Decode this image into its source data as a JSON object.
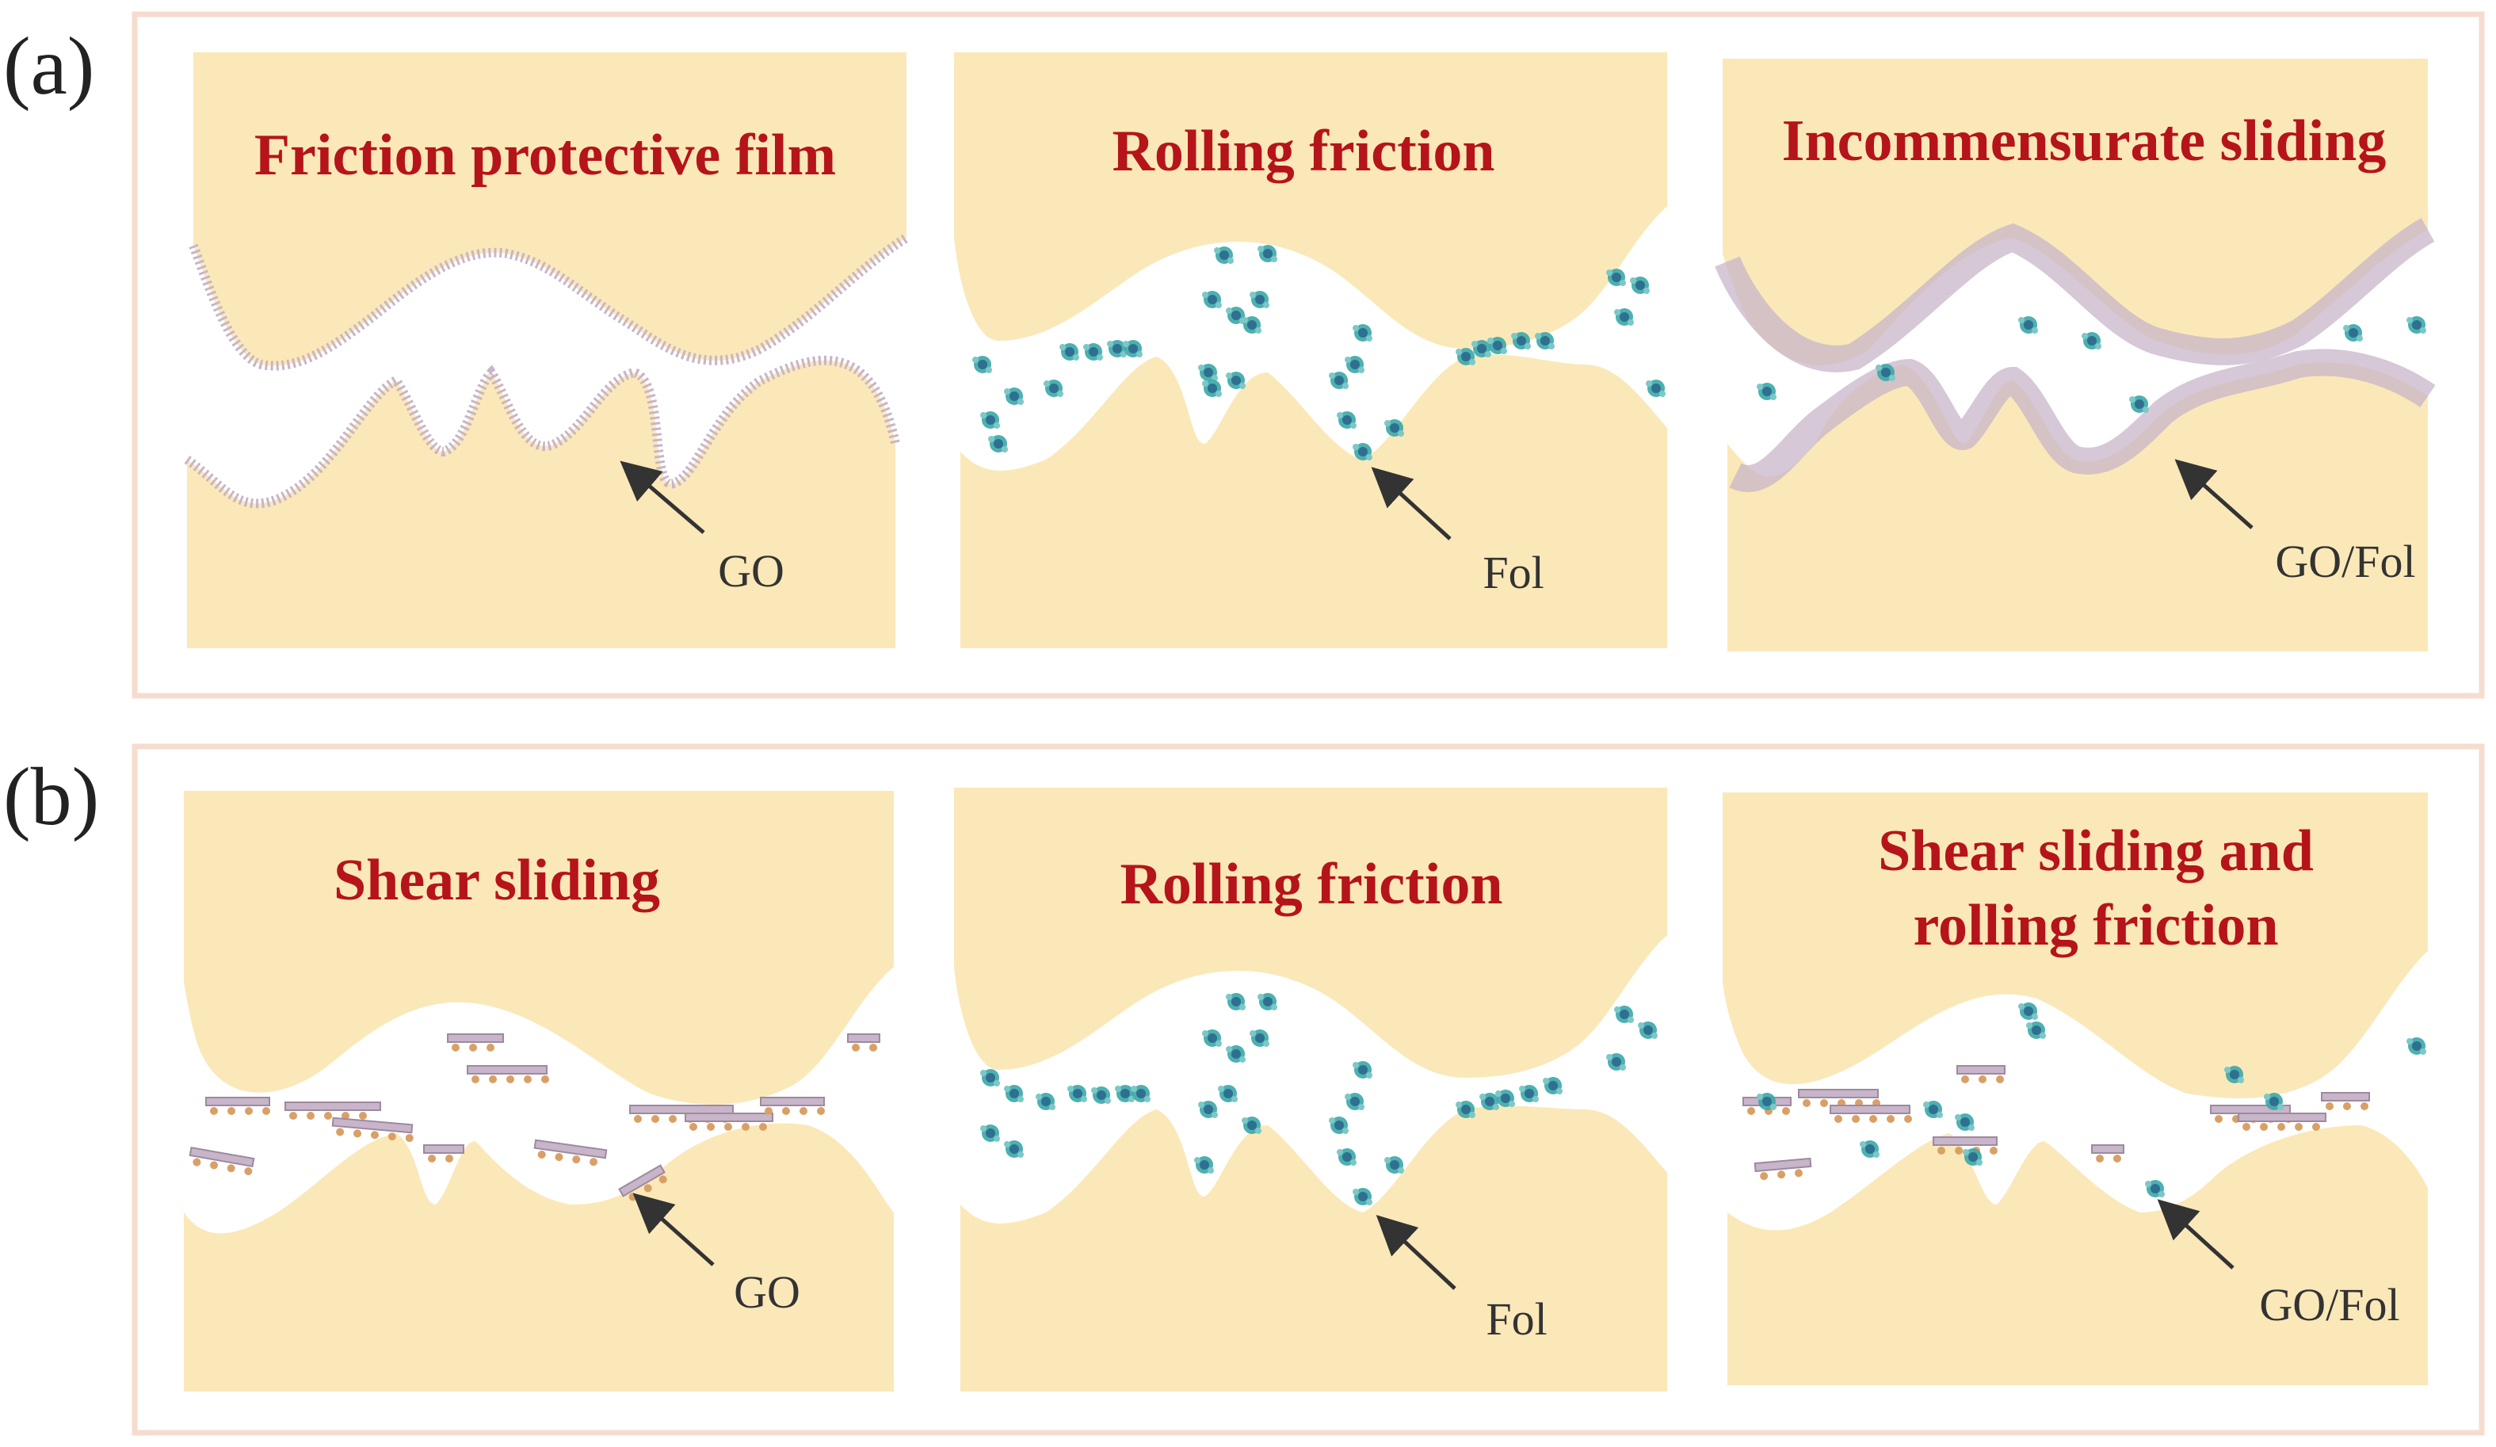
{
  "colors": {
    "surface": "#fbe8b8",
    "frame": "#f6dccf",
    "title": "#b5141a",
    "label": "#333333",
    "arrow": "#333333",
    "go_sheet": "#c8b5c9",
    "go_sheet_dark": "#9c8aa0",
    "fol_particle": "#3aa7a8",
    "fol_particle_core": "#2f6f8f",
    "go_oxygen": "#d9a066"
  },
  "panel_a": {
    "letter": "(a)",
    "mechanisms": [
      {
        "title": "Friction protective film",
        "label": "GO"
      },
      {
        "title": "Rolling friction",
        "label": "Fol"
      },
      {
        "title": "Incommensurate sliding",
        "label": "GO/Fol"
      }
    ]
  },
  "panel_b": {
    "letter": "(b)",
    "mechanisms": [
      {
        "title": "Shear sliding",
        "label": "GO"
      },
      {
        "title": "Rolling friction",
        "label": "Fol"
      },
      {
        "title_lines": [
          "Shear sliding and",
          "rolling friction"
        ],
        "label": "GO/Fol"
      }
    ]
  }
}
